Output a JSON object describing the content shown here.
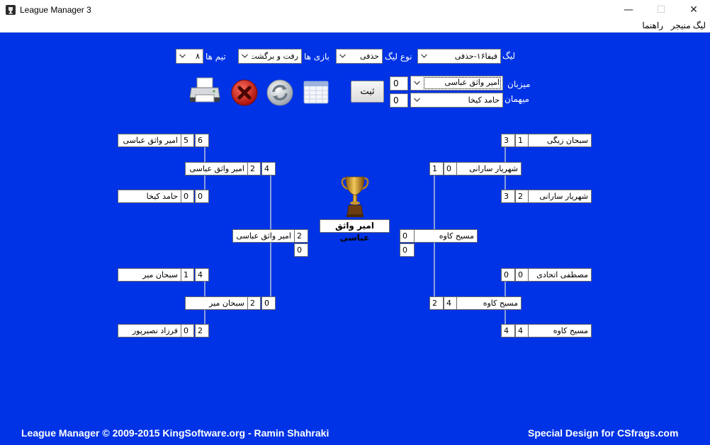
{
  "window": {
    "title": "League Manager 3",
    "minimize_glyph": "—",
    "maximize_glyph": "☐",
    "close_glyph": "✕"
  },
  "menu": {
    "items": [
      {
        "label": "لیگ منیجر"
      },
      {
        "label": "راهنما"
      }
    ]
  },
  "settings": {
    "league_label": "لیگ",
    "league_value": "فیفا۱۶-حذفی",
    "league_type_label": "نوع لیگ",
    "league_type_value": "حذفی",
    "games_label": "بازی ها",
    "games_value": "رفت و برگشت",
    "teams_label": "تیم ها",
    "teams_value": "۸"
  },
  "match_entry": {
    "host_label": "میزبان",
    "host_value": "امیر واثق عباسی",
    "host_score": "0",
    "guest_label": "میهمان",
    "guest_value": "حامد کیخا",
    "guest_score": "0",
    "submit_label": "ثبت"
  },
  "toolbar": {
    "icons": [
      "calendar-icon",
      "refresh-icon",
      "delete-icon",
      "printer-icon"
    ]
  },
  "bracket": {
    "left": {
      "round1": [
        {
          "name": "امیر واثق عباسی",
          "score1": "5",
          "score2": "6"
        },
        {
          "name": "حامد کیخا",
          "score1": "0",
          "score2": "0"
        },
        {
          "name": "سبحان میر",
          "score1": "1",
          "score2": "4"
        },
        {
          "name": "فرزاد نصیرپور",
          "score1": "0",
          "score2": "2"
        }
      ],
      "round2": [
        {
          "name": "امیر واثق عباسی",
          "score1": "2",
          "score2": "4"
        },
        {
          "name": "سبحان میر",
          "score1": "2",
          "score2": "0"
        }
      ],
      "semi": {
        "name": "امیر واثق عباسی",
        "score1": "2",
        "score2": "0"
      }
    },
    "right": {
      "round1": [
        {
          "name": "سبحان زیگی",
          "score1": "1",
          "score2": "3"
        },
        {
          "name": "شهریار سارانی",
          "score1": "2",
          "score2": "3"
        },
        {
          "name": "مصطفی اتحادی",
          "score1": "0",
          "score2": "0"
        },
        {
          "name": "مسیح کاوه",
          "score1": "4",
          "score2": "4"
        }
      ],
      "round2": [
        {
          "name": "شهریار سارانی",
          "score1": "0",
          "score2": "1"
        },
        {
          "name": "مسیح کاوه",
          "score1": "4",
          "score2": "2"
        }
      ],
      "semi": {
        "name": "مسیح کاوه",
        "score1": "0",
        "score2": "0"
      }
    },
    "champion": "امیر واثق عباسی"
  },
  "footer": {
    "left": "League Manager  © 2009-2015 KingSoftware.org - Ramin Shahraki",
    "right": "Special Design for CSfrags.com"
  },
  "colors": {
    "background": "#0033e6",
    "line": "#b8c2d8"
  }
}
